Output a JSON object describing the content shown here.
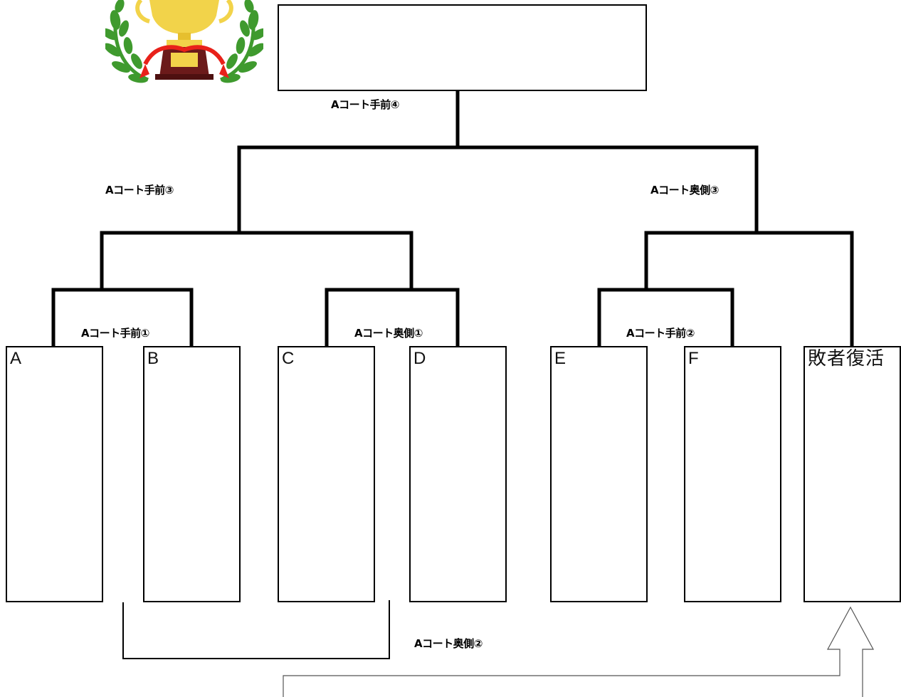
{
  "teams": {
    "a": "A",
    "b": "B",
    "c": "C",
    "d": "D",
    "e": "E",
    "f": "F",
    "loser": "敗者復活"
  },
  "matches": {
    "front_1": "Aコート手前①",
    "back_1": "Aコート奥側①",
    "front_2": "Aコート手前②",
    "back_2": "Aコート奥側②",
    "front_3": "Aコート手前③",
    "back_3": "Aコート奥側③",
    "front_4": "Aコート手前④"
  },
  "winner": "",
  "icons": {
    "trophy": "trophy-with-laurel-icon",
    "arrow": "up-arrow-icon"
  },
  "colors": {
    "line": "#000000",
    "trophy_gold": "#f2d34a",
    "ribbon": "#e8211a",
    "laurel": "#3f9a2e",
    "base": "#6b1a1a"
  }
}
